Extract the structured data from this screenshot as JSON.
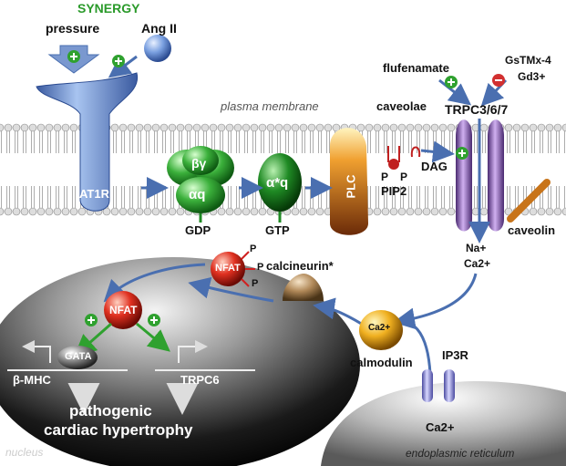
{
  "title": "SYNERGY",
  "inputs": {
    "pressure": "pressure",
    "ang": "Ang II",
    "flufenamate": "flufenamate",
    "gsmtx": "GsTMx-4",
    "gd": "Gd3+"
  },
  "membrane": {
    "label": "plasma membrane",
    "caveolae": "caveolae",
    "channel": "TRPC3/6/7",
    "caveolin": "caveolin",
    "dag": "DAG"
  },
  "receptor": {
    "at1r": "AT1R"
  },
  "gprotein": {
    "bg": "βγ",
    "aq": "αq",
    "gdp": "GDP",
    "aq_active": "α*q",
    "gtp": "GTP"
  },
  "enzyme": {
    "plc": "PLC",
    "pip2": "PIP2",
    "p": "P"
  },
  "ions": {
    "na": "Na+",
    "ca": "Ca2+",
    "ca_er": "Ca2+"
  },
  "cytosol": {
    "nfat": "NFAT",
    "calcineurin": "calcineurin*",
    "calmodulin": "calmodulin",
    "ca_ball": "Ca2+",
    "ip3r": "IP3R"
  },
  "nucleus": {
    "label": "nucleus",
    "nfat": "NFAT",
    "gata": "GATA",
    "bmhc": "β-MHC",
    "trpc6": "TRPC6",
    "outcome1": "pathogenic",
    "outcome2": "cardiac hypertrophy"
  },
  "er": {
    "label": "endoplasmic reticulum"
  },
  "colors": {
    "synergy": "#2a9a2a",
    "arrow": "#4a6fb0",
    "plus": "#2fa12f",
    "minus": "#d23030",
    "nfat": "#d8281a",
    "gprotein": "#3bb03b",
    "channel": "#8a5aa8"
  }
}
